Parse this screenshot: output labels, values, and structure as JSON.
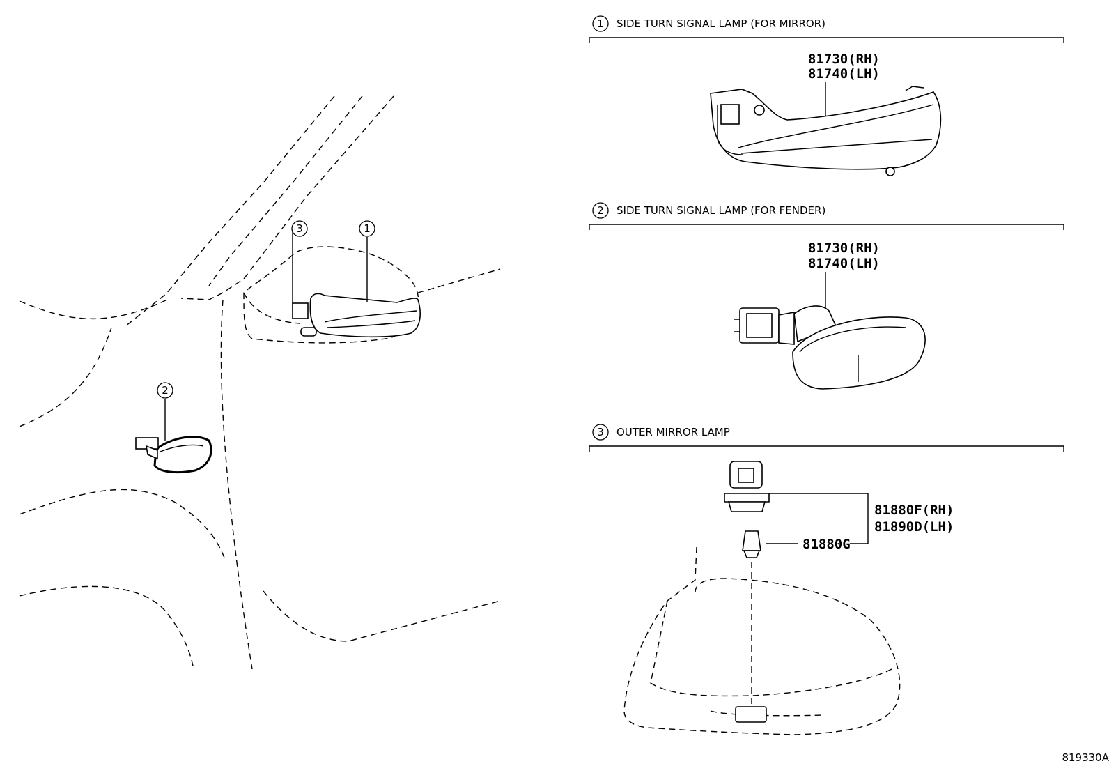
{
  "sections": [
    {
      "number": "1",
      "title": "SIDE TURN SIGNAL LAMP (FOR MIRROR)",
      "part_numbers": [
        "81730(RH)",
        "81740(LH)"
      ]
    },
    {
      "number": "2",
      "title": "SIDE TURN SIGNAL LAMP (FOR FENDER)",
      "part_numbers": [
        "81730(RH)",
        "81740(LH)"
      ]
    },
    {
      "number": "3",
      "title": "OUTER MIRROR LAMP",
      "part_numbers": [
        "81880F(RH)",
        "81890D(LH)",
        "81880G"
      ]
    }
  ],
  "overview_callouts": [
    "1",
    "2",
    "3"
  ],
  "diagram_ref": "819330A"
}
